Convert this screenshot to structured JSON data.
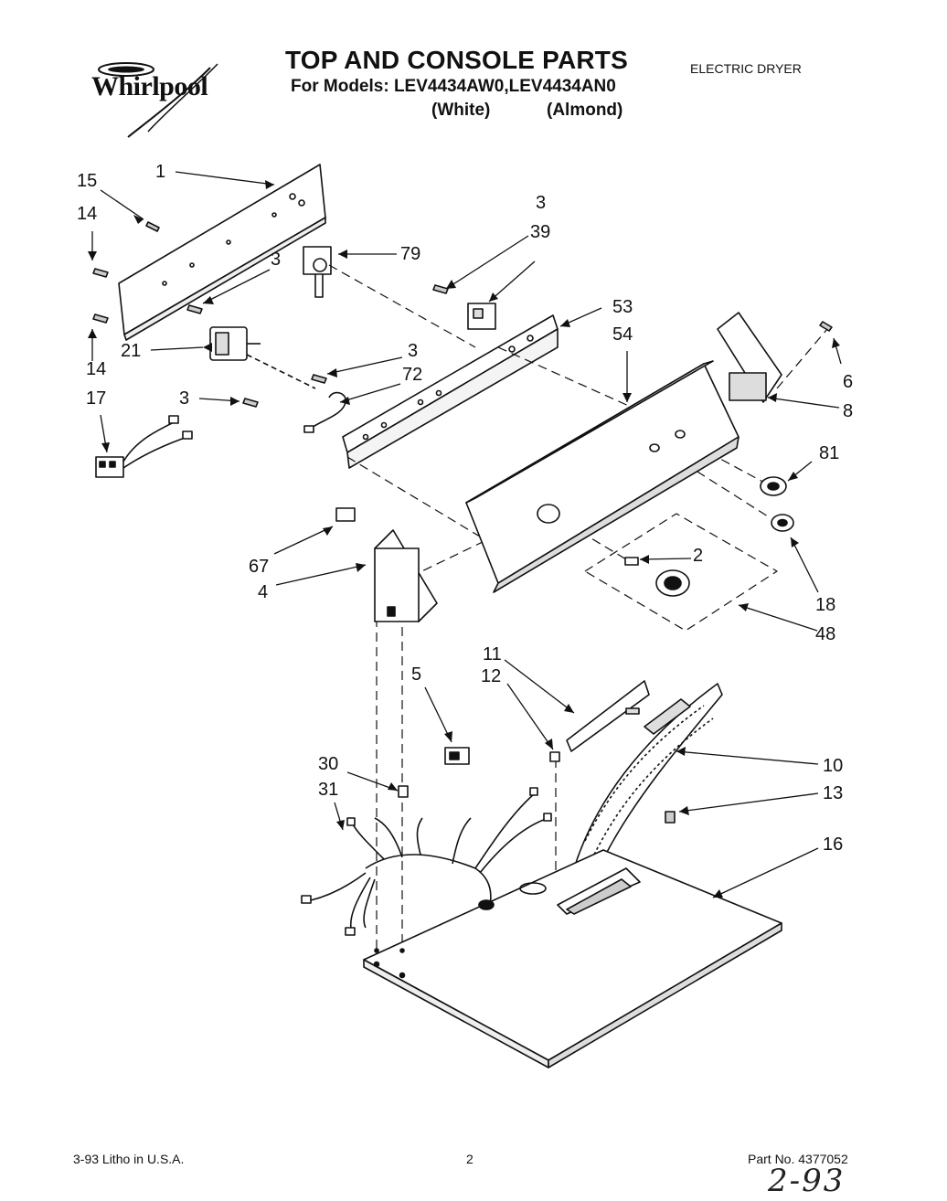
{
  "header": {
    "brand": "Whirlpool",
    "title": "TOP AND CONSOLE PARTS",
    "models_line": "For Models: LEV4434AW0,LEV4434AN0",
    "variant_white": "(White)",
    "variant_almond": "(Almond)",
    "product_type": "ELECTRIC DRYER"
  },
  "callouts": [
    {
      "id": "c1",
      "label": "1"
    },
    {
      "id": "c15",
      "label": "15"
    },
    {
      "id": "c14a",
      "label": "14"
    },
    {
      "id": "c14b",
      "label": "14"
    },
    {
      "id": "c3a",
      "label": "3"
    },
    {
      "id": "c21",
      "label": "21"
    },
    {
      "id": "c17",
      "label": "17"
    },
    {
      "id": "c3b",
      "label": "3"
    },
    {
      "id": "c3c",
      "label": "3"
    },
    {
      "id": "c72",
      "label": "72"
    },
    {
      "id": "c79",
      "label": "79"
    },
    {
      "id": "c3d",
      "label": "3"
    },
    {
      "id": "c39",
      "label": "39"
    },
    {
      "id": "c53",
      "label": "53"
    },
    {
      "id": "c54",
      "label": "54"
    },
    {
      "id": "c6",
      "label": "6"
    },
    {
      "id": "c8",
      "label": "8"
    },
    {
      "id": "c81",
      "label": "81"
    },
    {
      "id": "c2",
      "label": "2"
    },
    {
      "id": "c18",
      "label": "18"
    },
    {
      "id": "c48",
      "label": "48"
    },
    {
      "id": "c67",
      "label": "67"
    },
    {
      "id": "c4",
      "label": "4"
    },
    {
      "id": "c5",
      "label": "5"
    },
    {
      "id": "c11",
      "label": "11"
    },
    {
      "id": "c12",
      "label": "12"
    },
    {
      "id": "c10",
      "label": "10"
    },
    {
      "id": "c13",
      "label": "13"
    },
    {
      "id": "c16",
      "label": "16"
    },
    {
      "id": "c30",
      "label": "30"
    },
    {
      "id": "c31",
      "label": "31"
    }
  ],
  "footer": {
    "left": "3-93  Litho in U.S.A.",
    "page_number": "2",
    "part_number": "Part No. 4377052",
    "handwritten": "2-93"
  }
}
